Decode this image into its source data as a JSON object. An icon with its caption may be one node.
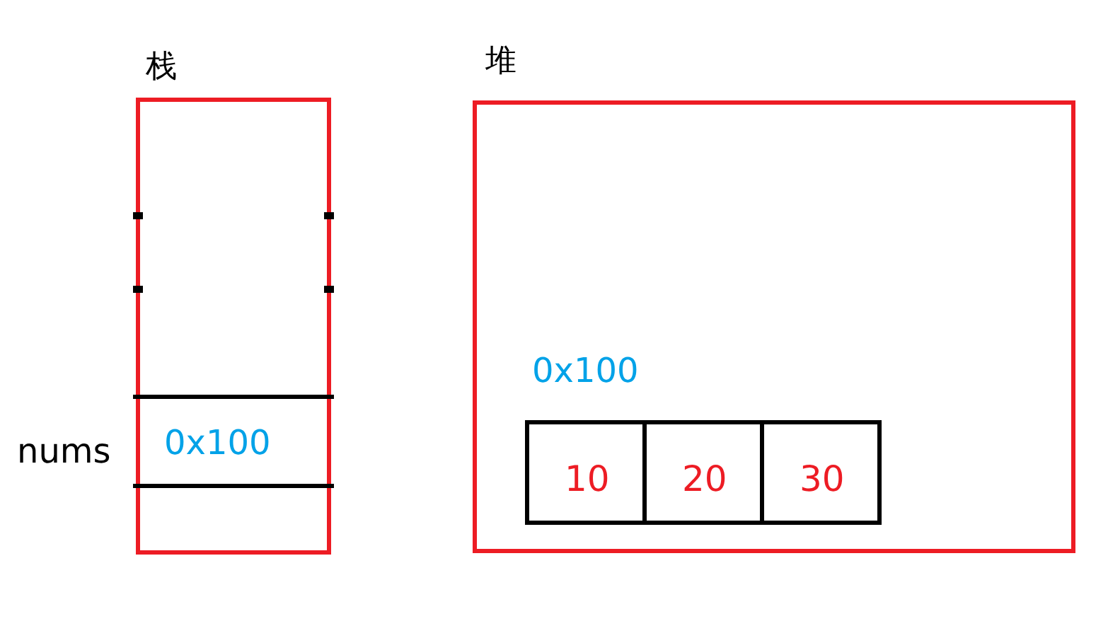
{
  "diagram": {
    "nodes": [
      {
        "text": [
          "栈"
        ]
      },
      {
        "text": [
          "0x100"
        ],
        "beside": [
          "nums"
        ],
        "in": 0
      },
      {
        "text": [
          "堆"
        ]
      },
      {
        "text": [
          "10"
        ],
        "in": 2
      },
      {
        "text": [
          "20"
        ],
        "in": 2
      },
      {
        "text": [
          "30"
        ],
        "in": 2
      }
    ],
    "labels": [
      "0x100"
    ]
  }
}
